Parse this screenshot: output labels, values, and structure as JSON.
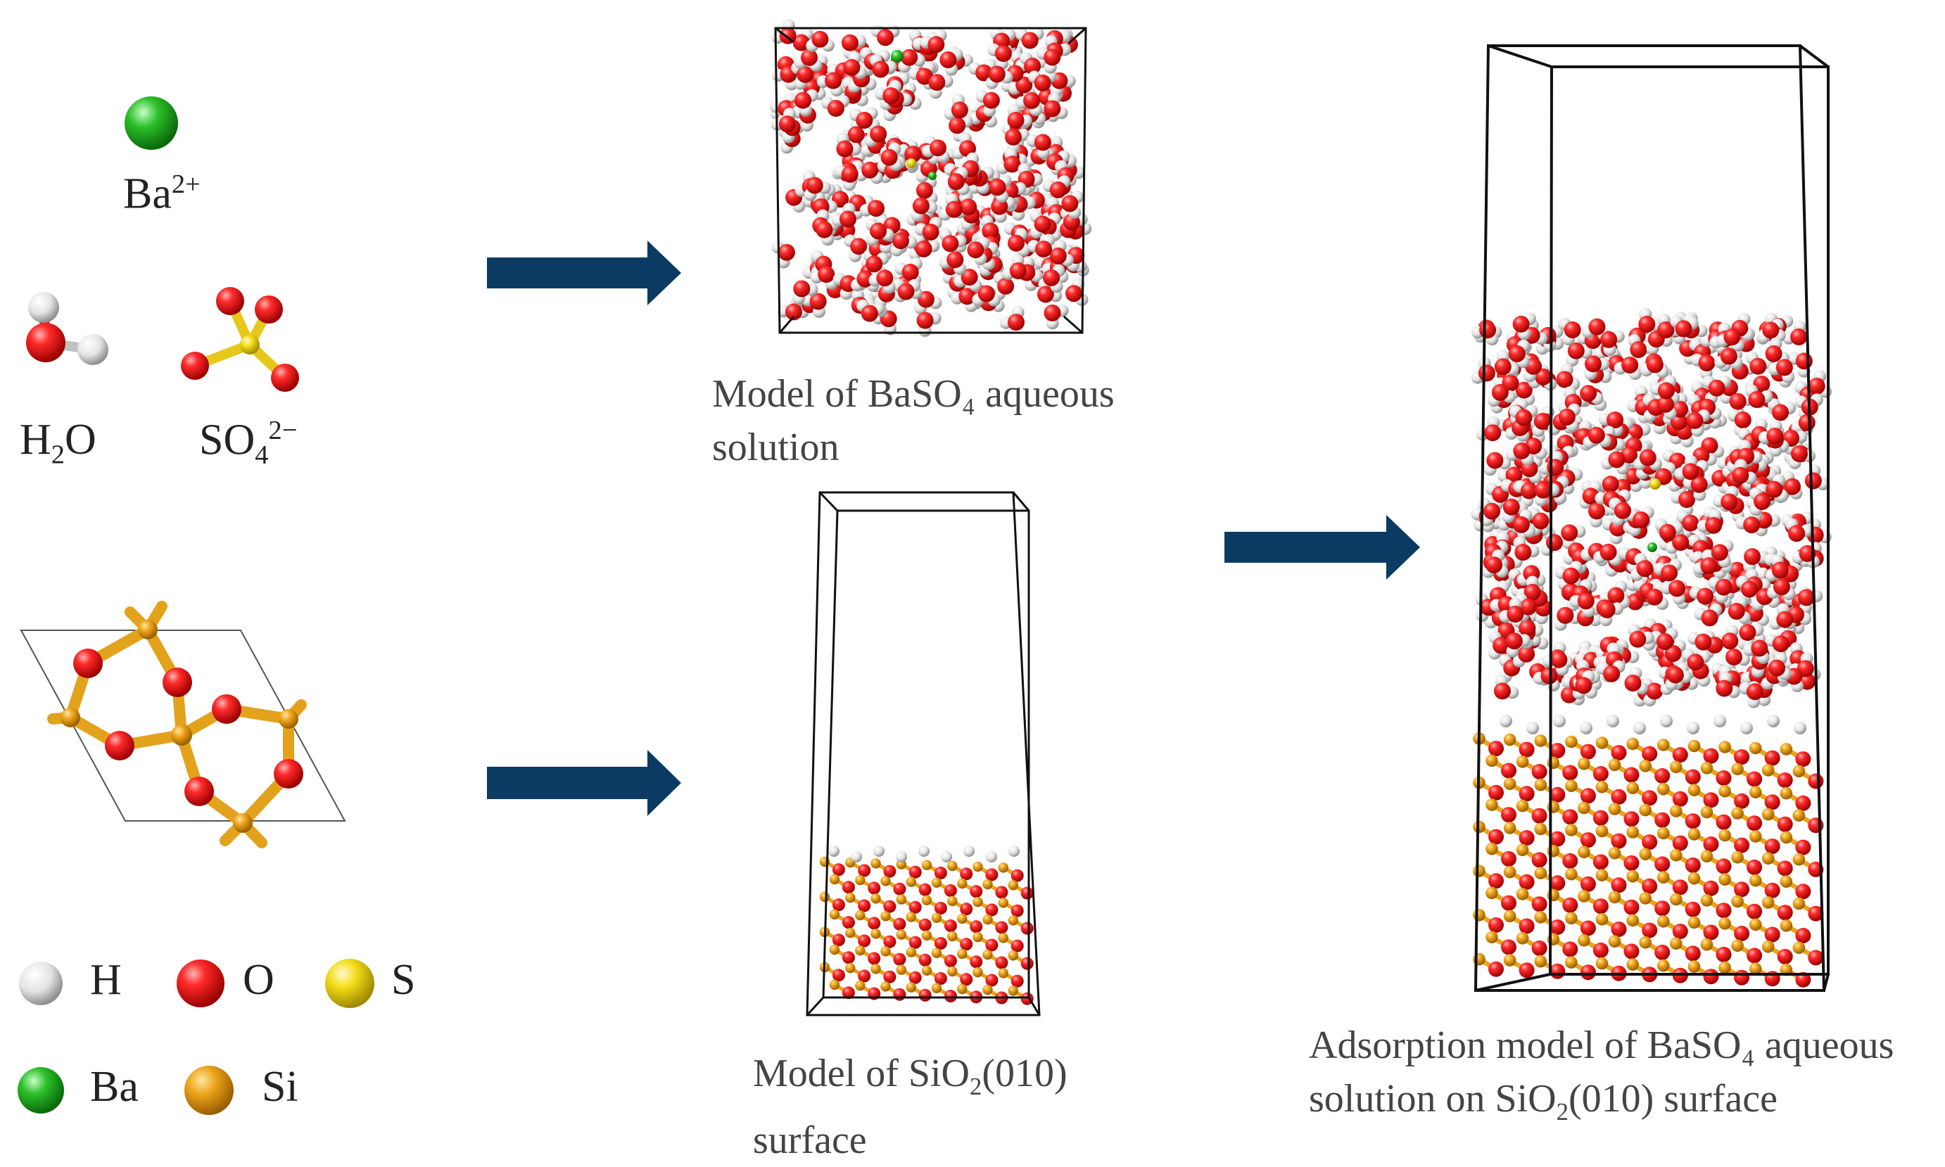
{
  "species": {
    "ba_ion": {
      "base": "Ba",
      "sup": "2+"
    },
    "water": {
      "base": "H",
      "sub": "2",
      "tail": "O"
    },
    "sulfate": {
      "base": "SO",
      "sub": "4",
      "sup": "2−"
    }
  },
  "legend": [
    {
      "symbol": "H",
      "color": "#e6e6e6"
    },
    {
      "symbol": "O",
      "color": "#e3161b"
    },
    {
      "symbol": "S",
      "color": "#f2dc1b"
    },
    {
      "symbol": "Ba",
      "color": "#27b425"
    },
    {
      "symbol": "Si",
      "color": "#e8a51c"
    }
  ],
  "captions": {
    "solution_line1": "Model of BaSO₄ aqueous",
    "solution_line2": "solution",
    "surface_line1_a": "Model of SiO",
    "surface_line1_sub": "2",
    "surface_line1_b": "(010)",
    "surface_line2": "surface",
    "adsorption_line1": "Adsorption model of BaSO₄ aqueous",
    "adsorption_line2_a": "solution on SiO",
    "adsorption_line2_sub": "2",
    "adsorption_line2_b": "(010) surface"
  },
  "colors": {
    "arrow": "#0b3a63",
    "oxygen": "#e3161b",
    "hydrogen": "#e6e6e6",
    "sulfur": "#f2dc1b",
    "silicon": "#e8a51c",
    "barium": "#27b425",
    "cell_line": "#111111"
  }
}
